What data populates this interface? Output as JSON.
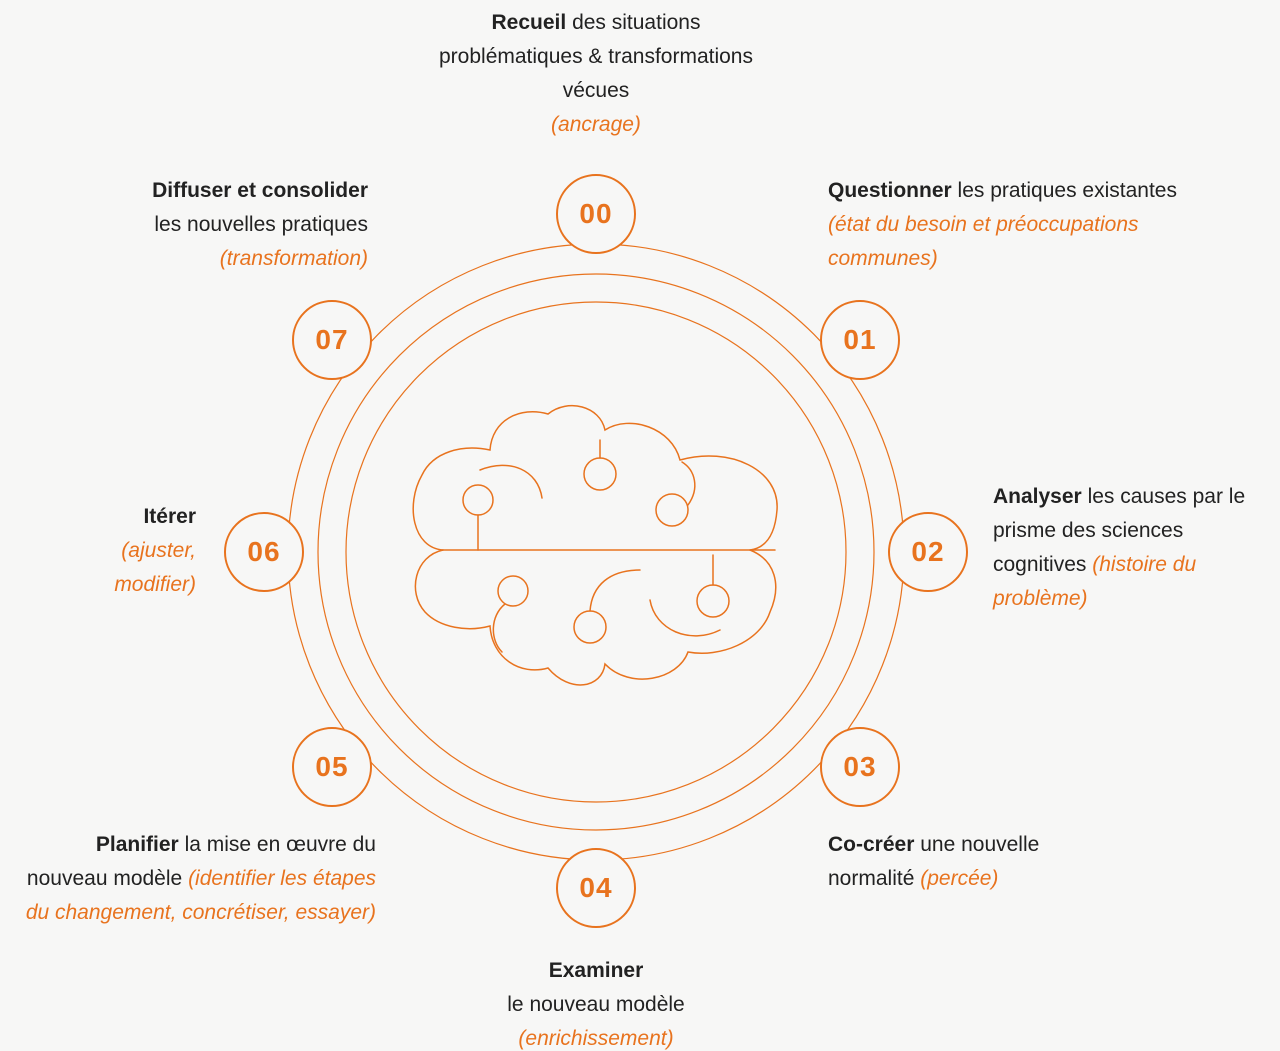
{
  "colors": {
    "accent": "#e8731e",
    "background": "#f7f7f6",
    "text": "#222222"
  },
  "center_icon": "brain-circuit-icon",
  "steps": [
    {
      "number": "00",
      "bold": "Recueil",
      "text": "des situations problématiques & transformations vécues",
      "subtitle": "(ancrage)"
    },
    {
      "number": "01",
      "bold": "Questionner",
      "text": "les pratiques existantes",
      "subtitle": "(état du besoin et préoccupations communes)"
    },
    {
      "number": "02",
      "bold": "Analyser",
      "text": "les causes par le prisme des sciences cognitives",
      "subtitle": "(histoire du problème)"
    },
    {
      "number": "03",
      "bold": "Co-créer",
      "text": "une nouvelle normalité",
      "subtitle": "(percée)"
    },
    {
      "number": "04",
      "bold": "Examiner",
      "text": "le nouveau modèle",
      "subtitle": "(enrichissement)"
    },
    {
      "number": "05",
      "bold": "Planifier",
      "text": "la mise en œuvre du nouveau modèle",
      "subtitle": "(identifier les étapes du changement, concrétiser, essayer)"
    },
    {
      "number": "06",
      "bold": "Itérer",
      "text": "",
      "subtitle": "(ajuster, modifier)"
    },
    {
      "number": "07",
      "bold": "Diffuser et consolider",
      "text": "les nouvelles pratiques",
      "subtitle": "(transformation)"
    }
  ]
}
